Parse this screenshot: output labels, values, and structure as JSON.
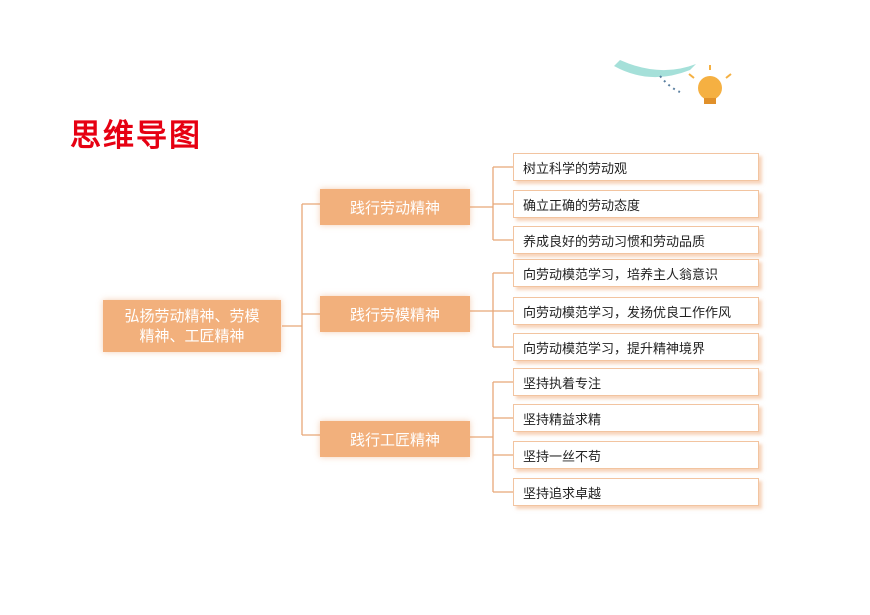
{
  "title": "思维导图",
  "root": {
    "label_line1": "弘扬劳动精神、劳模",
    "label_line2": "精神、工匠精神"
  },
  "categories": [
    {
      "label": "践行劳动精神",
      "items": [
        "树立科学的劳动观",
        "确立正确的劳动态度",
        "养成良好的劳动习惯和劳动品质"
      ]
    },
    {
      "label": "践行劳模精神",
      "items": [
        "向劳动模范学习，培养主人翁意识",
        "向劳动模范学习，发扬优良工作作风",
        "向劳动模范学习，提升精神境界"
      ]
    },
    {
      "label": "践行工匠精神",
      "items": [
        "坚持执着专注",
        "坚持精益求精",
        "坚持一丝不苟",
        "坚持追求卓越"
      ]
    }
  ],
  "colors": {
    "title": "#e60012",
    "box_fill": "#f2b07c",
    "connector": "#e8a878",
    "leaf_border": "#f2c4a0"
  }
}
